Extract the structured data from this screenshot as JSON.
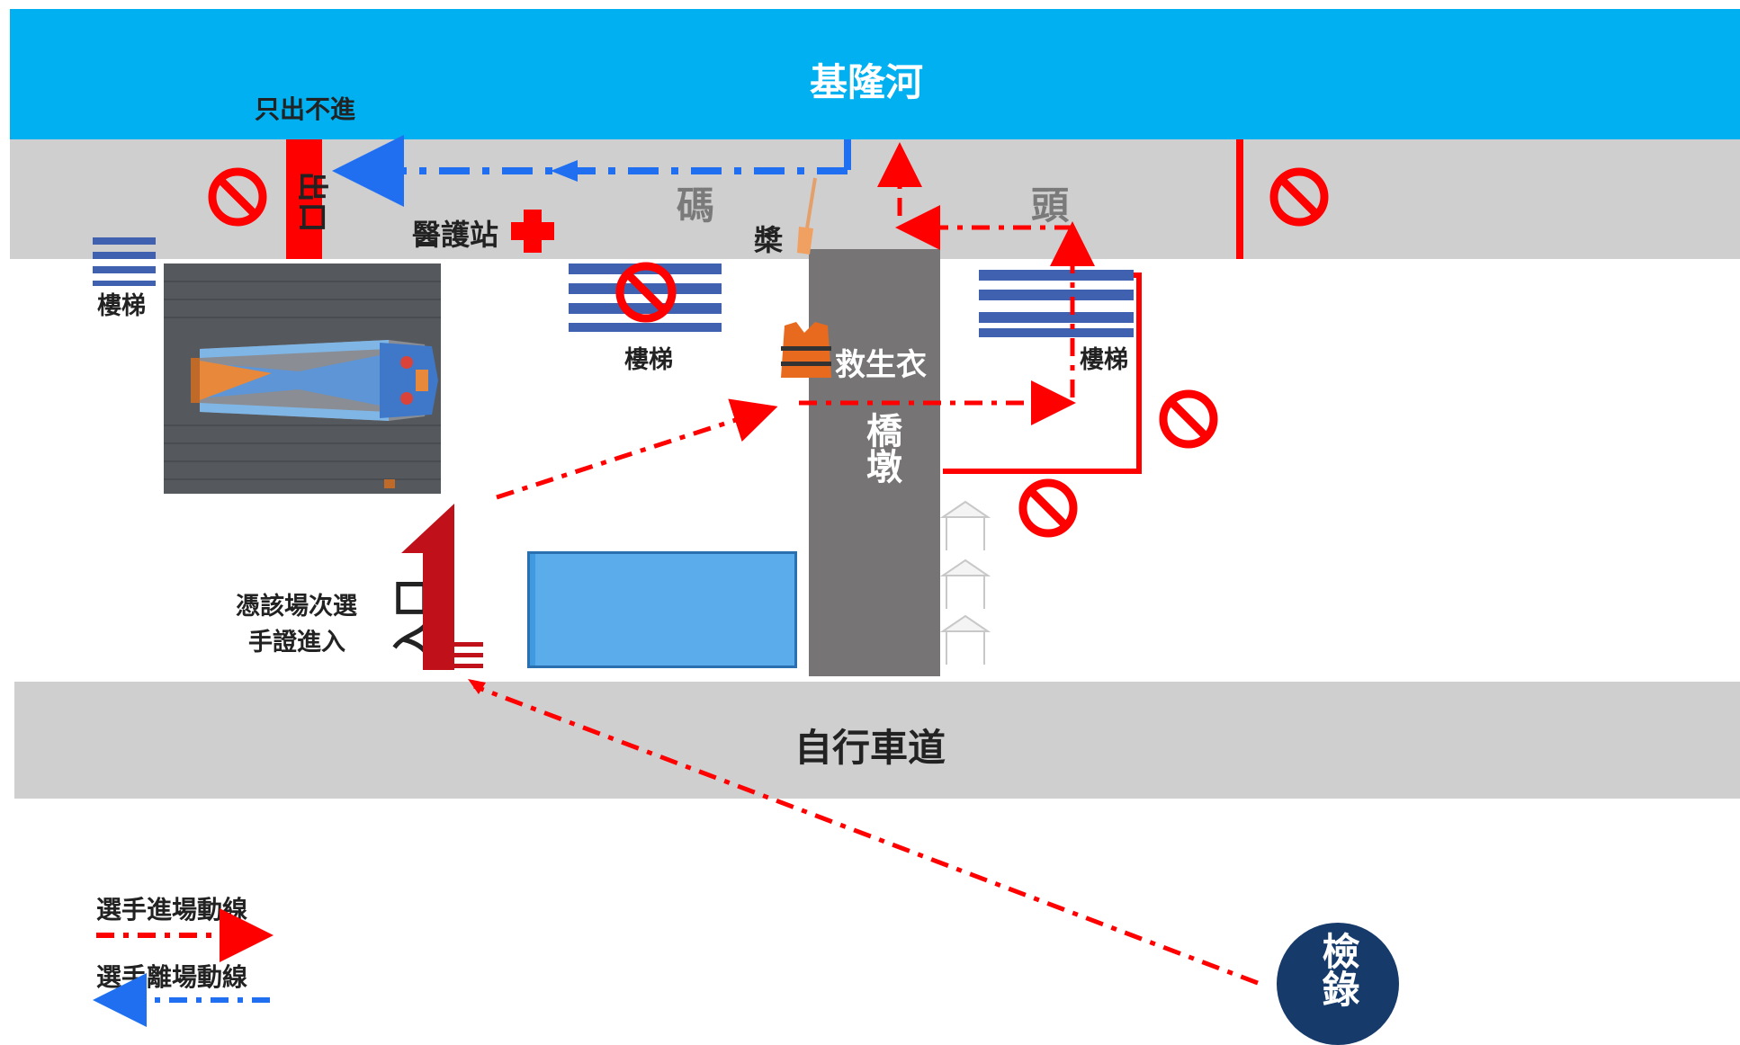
{
  "labels": {
    "river": "基隆河",
    "exit_only": "只出不進",
    "exit_sign": "出口",
    "medical": "醫護站",
    "dock_left": "碼",
    "dock_right": "頭",
    "paddle": "槳",
    "stairs_left": "樓梯",
    "stairs_center": "樓梯",
    "stairs_right": "樓梯",
    "life_vest": "救生衣",
    "pier": "橋墩",
    "entrance_sign": "入口",
    "entrance_note_1": "憑該場次選",
    "entrance_note_2": "手證進入",
    "bike_lane": "自行車道",
    "checkin": "檢錄"
  },
  "legend": {
    "enter": "選手進場動線",
    "leave": "選手離場動線"
  },
  "colors": {
    "river": "#00b0f0",
    "dock": "#d0cfd0",
    "pier": "#777475",
    "red": "#ff0000",
    "blue": "#1f6ff0",
    "navy": "#163a6a",
    "stair": "#3f61b0",
    "container": "#3f9adf"
  }
}
